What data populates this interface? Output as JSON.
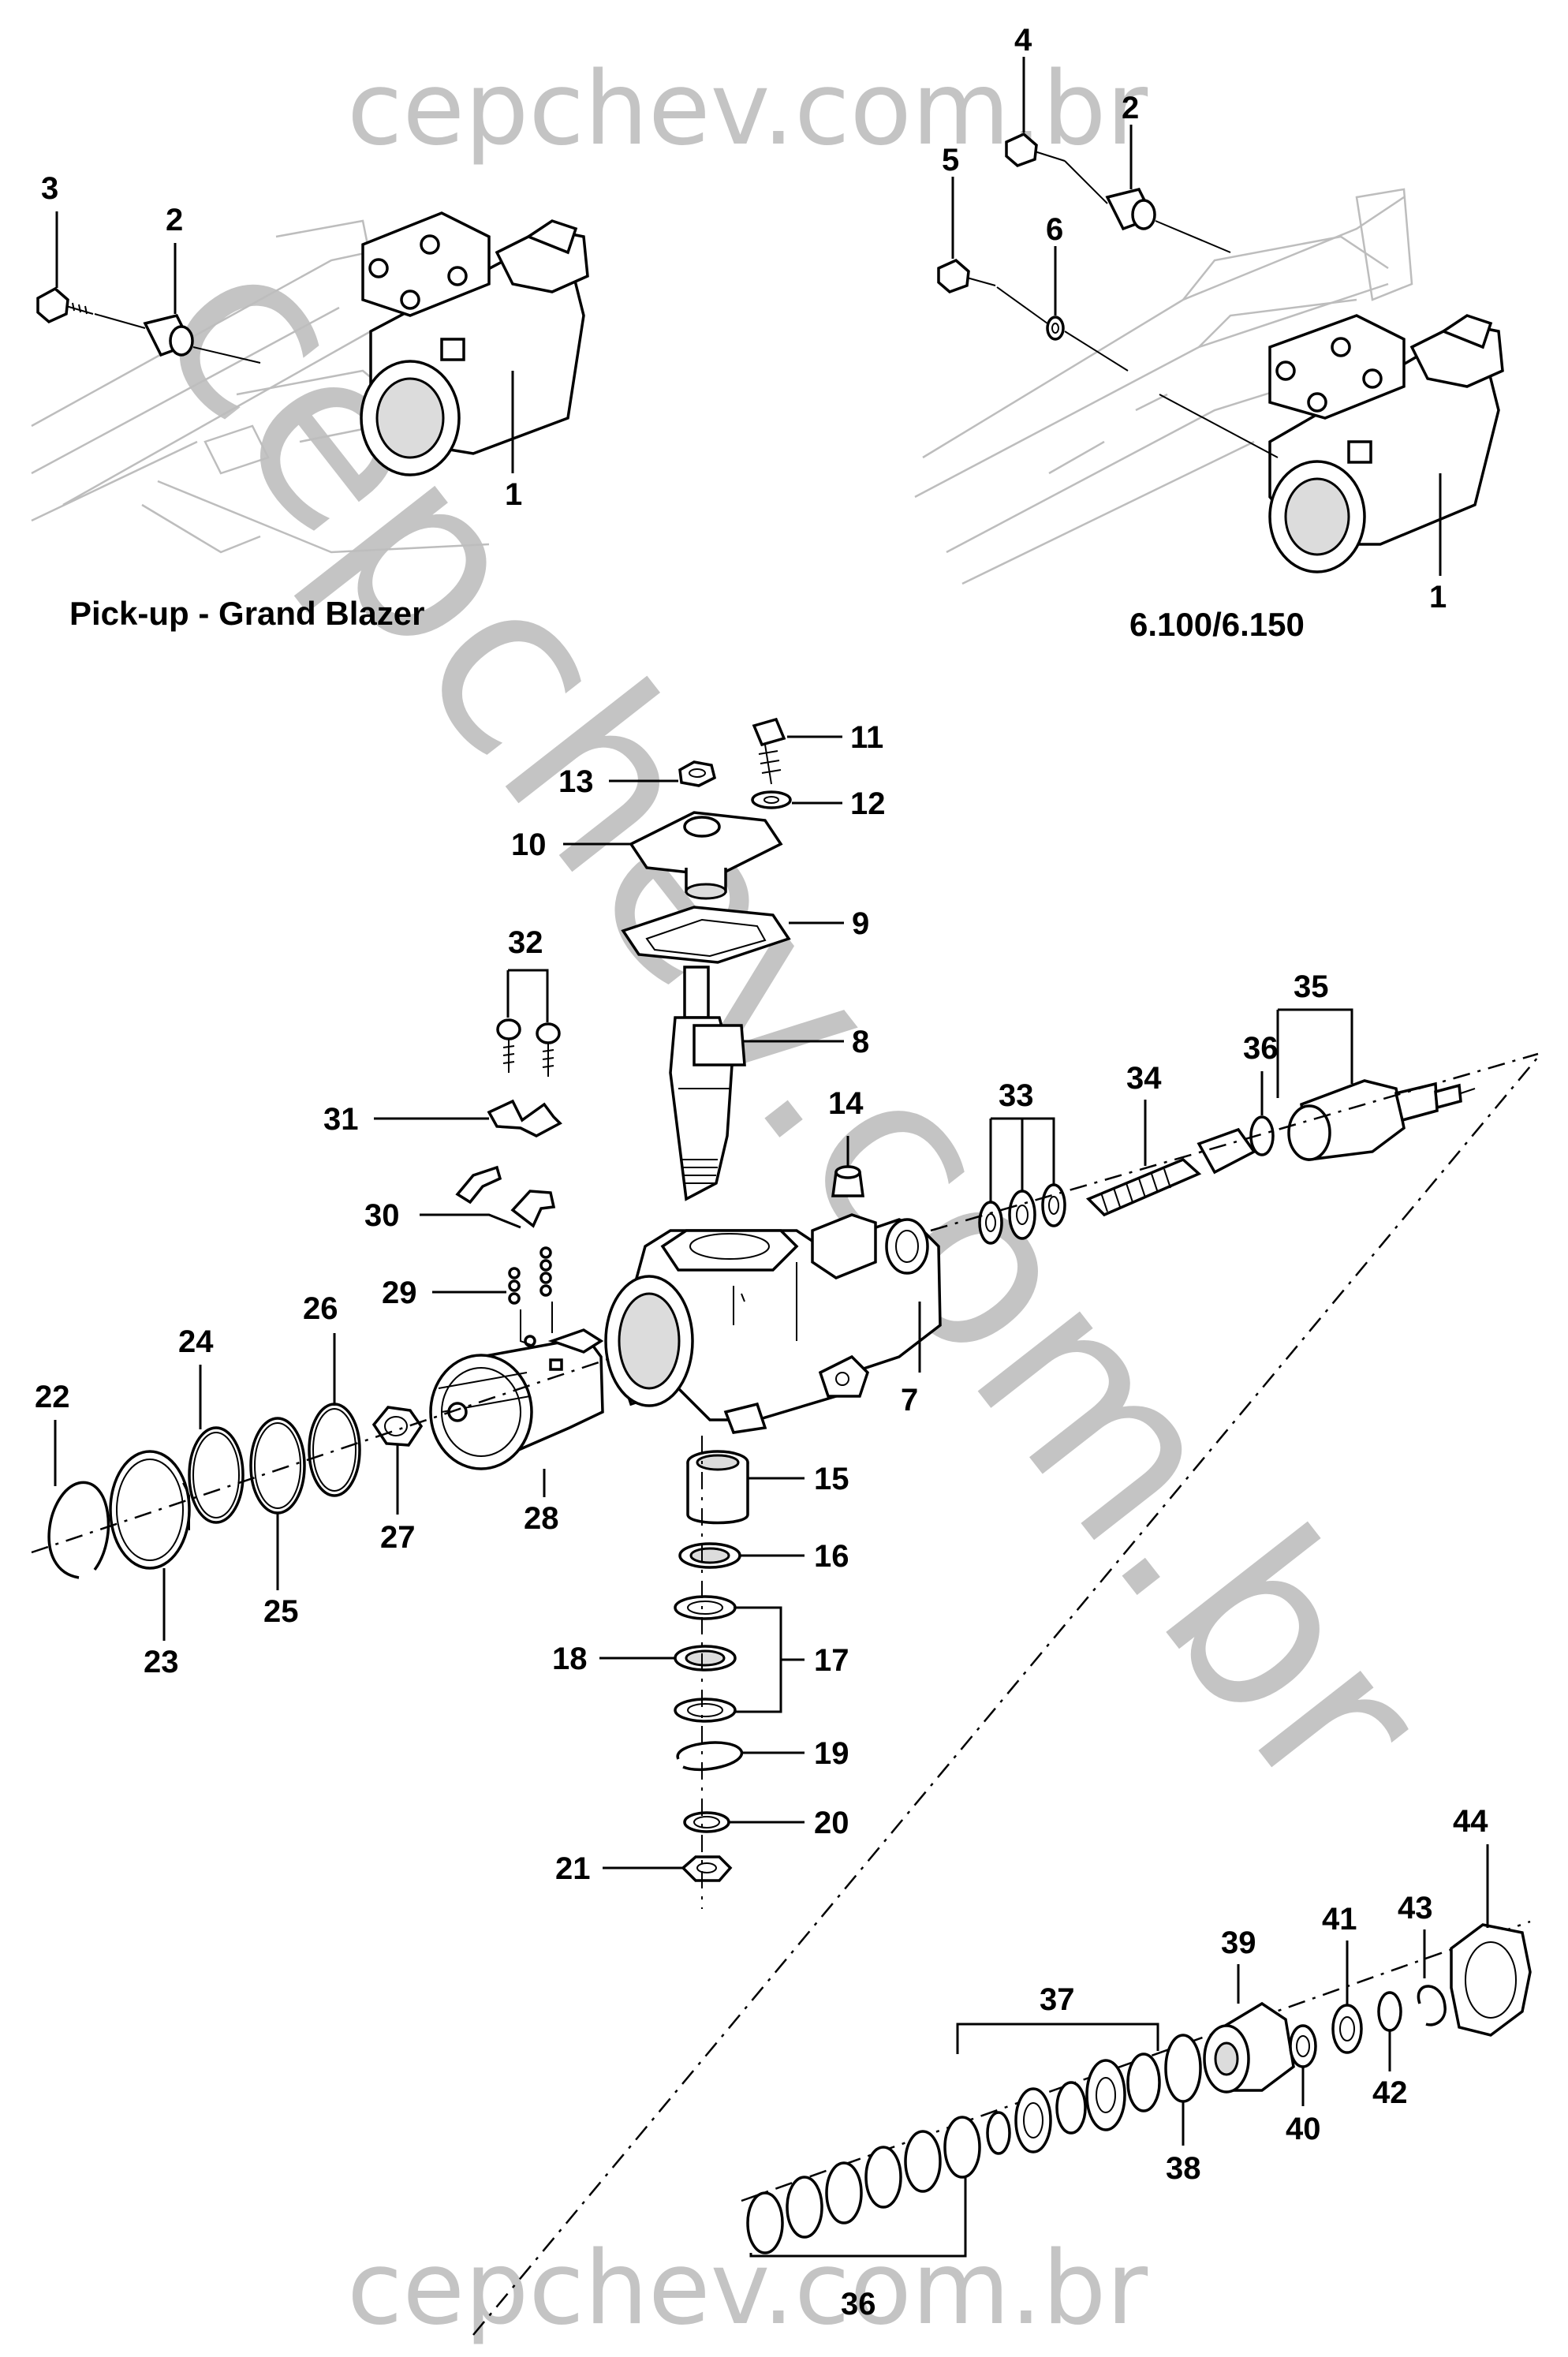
{
  "watermarks": {
    "top": "cepchev.com.br",
    "diagonal": "cepchev.com.br",
    "bottom": "cepchev.com.br"
  },
  "captions": {
    "left_vehicle": "Pick-up - Grand Blazer",
    "right_vehicle": "6.100/6.150"
  },
  "part_numbers": {
    "p1": "1",
    "p2": "2",
    "p3": "3",
    "p4": "4",
    "p5": "5",
    "p6": "6",
    "p7": "7",
    "p8": "8",
    "p9": "9",
    "p10": "10",
    "p11": "11",
    "p12": "12",
    "p13": "13",
    "p14": "14",
    "p15": "15",
    "p16": "16",
    "p17": "17",
    "p18": "18",
    "p19": "19",
    "p20": "20",
    "p21": "21",
    "p22": "22",
    "p23": "23",
    "p24": "24",
    "p25": "25",
    "p26": "26",
    "p27": "27",
    "p28": "28",
    "p29": "29",
    "p30": "30",
    "p31": "31",
    "p32": "32",
    "p33": "33",
    "p34": "34",
    "p35": "35",
    "p36": "36",
    "p37": "37",
    "p38": "38",
    "p39": "39",
    "p40": "40",
    "p41": "41",
    "p42": "42",
    "p43": "43",
    "p44": "44"
  }
}
